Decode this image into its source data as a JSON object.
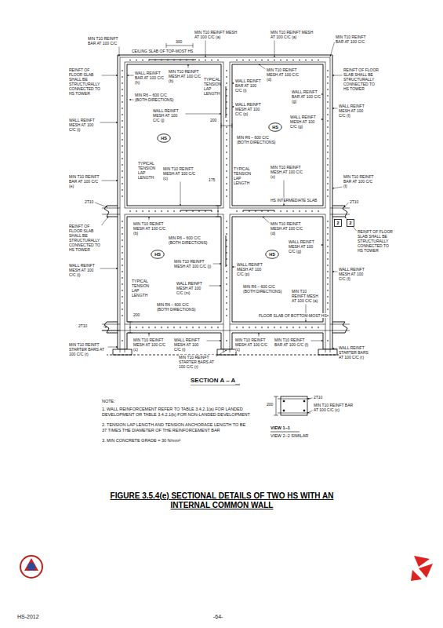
{
  "diagram": {
    "title": "FIGURE 3.5.4(e) SECTIONAL DETAILS OF TWO HS WITH AN INTERNAL COMMON WALL",
    "nodes": [
      {
        "text": [
          "HS"
        ]
      },
      {
        "text": [
          "HS"
        ]
      },
      {
        "text": [
          "HS"
        ]
      },
      {
        "text": [
          "HS"
        ]
      },
      {
        "text": [
          "2"
        ]
      },
      {
        "text": [
          "2"
        ]
      }
    ],
    "labels": [
      "MIN T10 REINFT BAR AT 100 C/C",
      "300",
      "MIN T10 REINFT MESH AT 100 C/C (a)",
      "MIN T10 REINFT MESH AT 100 C/C (a)",
      "MIN T10 REINFT BAR AT 100 C/C",
      "CEILING SLAB OF TOP-MOST HS",
      "REINFT OF FLOOR SLAB SHALL BE STRUCTURALLY CONNECTED TO HS TOWER",
      "WALL REINFT BAR AT 100 C/C (h)",
      "MIN T10 REINFT MESH AT 100 C/C (b)",
      "MIN R6 – 600 C/C (BOTH DIRECTIONS)",
      "TYPICAL TENSION LAP LENGTH",
      "MIN T10 REINFT MESH AT 100 C/C (d)",
      "REINFT OF FLOOR SLAB SHALL BE STRUCTURALLY CONNECTED TO HS TOWER",
      "WALL REINFT BAR AT 100 C/C (i)",
      "WALL REINFT MESH AT 100 C/C (i)",
      "WALL REINFT MESH AT 100 C/C (j)",
      "200",
      "WALL REINFT BAR AT 100 C/C (g)",
      "WALL REINFT MESH AT 100 C/C (p)",
      "WALL REINFT MESH AT 100 C/C (g)",
      "MIN R6 – 600 C/C (BOTH DIRECTIONS)",
      "WALL REINFT MESH AT 100 C/C (f)",
      "MIN T10 REINFT BAR AT 100 C/C (e)",
      "TYPICAL TENSION LAP LENGTH",
      "MIN T10 REINFT MESH AT 100 C/C (c)",
      "175",
      "TYPICAL TENSION LAP LENGTH",
      "MIN T10 REINFT MESH AT 100 C/C (c)",
      "HS INTERMEDIATE SLAB",
      "MIN T10 REINFT BAR AT 100 C/C (f)",
      "2T10",
      "2T10",
      "REINFT OF FLOOR SLAB SHALL BE STRUCTURALLY CONNECTED TO HS TOWER",
      "MIN T10 REINFT MESH AT 100 C/C (b)",
      "MIN T10 REINFT MESH AT 100 C/C (d)",
      "REINFT OF FLOOR SLAB SHALL BE STRUCTURALLY CONNECTED TO HS TOWER",
      "MIN R6 – 600 C/C (BOTH DIRECTIONS)",
      "WALL REINFT MESH AT 100 C/C (i)",
      "MIN T10 REINFT MESH AT 100 C/C (j)",
      "WALL REINFT MESH AT 100 C/C (p)",
      "WALL REINFT MESH AT 100 C/C (g)",
      "WALL REINFT MESH AT 100 C/C (f)",
      "WALL REINFT MESH AT 100 C/C (m)",
      "MIN R6 – 600 C/C (BOTH DIRECTIONS)",
      "MIN R6 – 600 C/C (BOTH DIRECTIONS)",
      "TYPICAL TENSION LAP LENGTH",
      "200",
      "FLOOR SLAB OF BOTTOM-MOST HS",
      "MIN T10 REINFT MESH AT 100 C/C (a)",
      "2T10",
      "MIN T10 REINFT STARTER BARS AT 100 C/C (r)",
      "MIN T10 REINFT MESH AT 100 C/C (c)",
      "WALL REINFT MESH AT 100 C/C (i)",
      "MIN T10 REINFT STARTER BARS AT 100 C/C (r)",
      "MIN T10 REINFT MESH AT 100 C/C (c)",
      "MIN T10 REINFT BAR AT 100 C/C (f)",
      "WALL REINFT STARTER BARS AT 100 C/C (r)",
      "SECTION A – A",
      "NOTE:",
      "1. WALL REINFORCEMENT REFER TO TABLE 3.4.2.1(a) FOR LANDED DEVELOPMENT OR TABLE 3.4.2.1(b) FOR NON-LANDED DEVELOPMENT",
      "2. TENSION LAP LENGTH AND TENSION ANCHORAGE LENGTH TO BE 37 TIMES THE DIAMETER OF THE REINFORCEMENT BAR",
      "3. MIN CONCRETE GRADE = 30 N/mm²",
      "200",
      "2T10",
      "MIN T10 REINFT BAR AT 100 C/C (c)",
      "VIEW 1–1",
      "VIEW 2–2 SIMILAR",
      "HS-2012",
      "-64-"
    ]
  }
}
